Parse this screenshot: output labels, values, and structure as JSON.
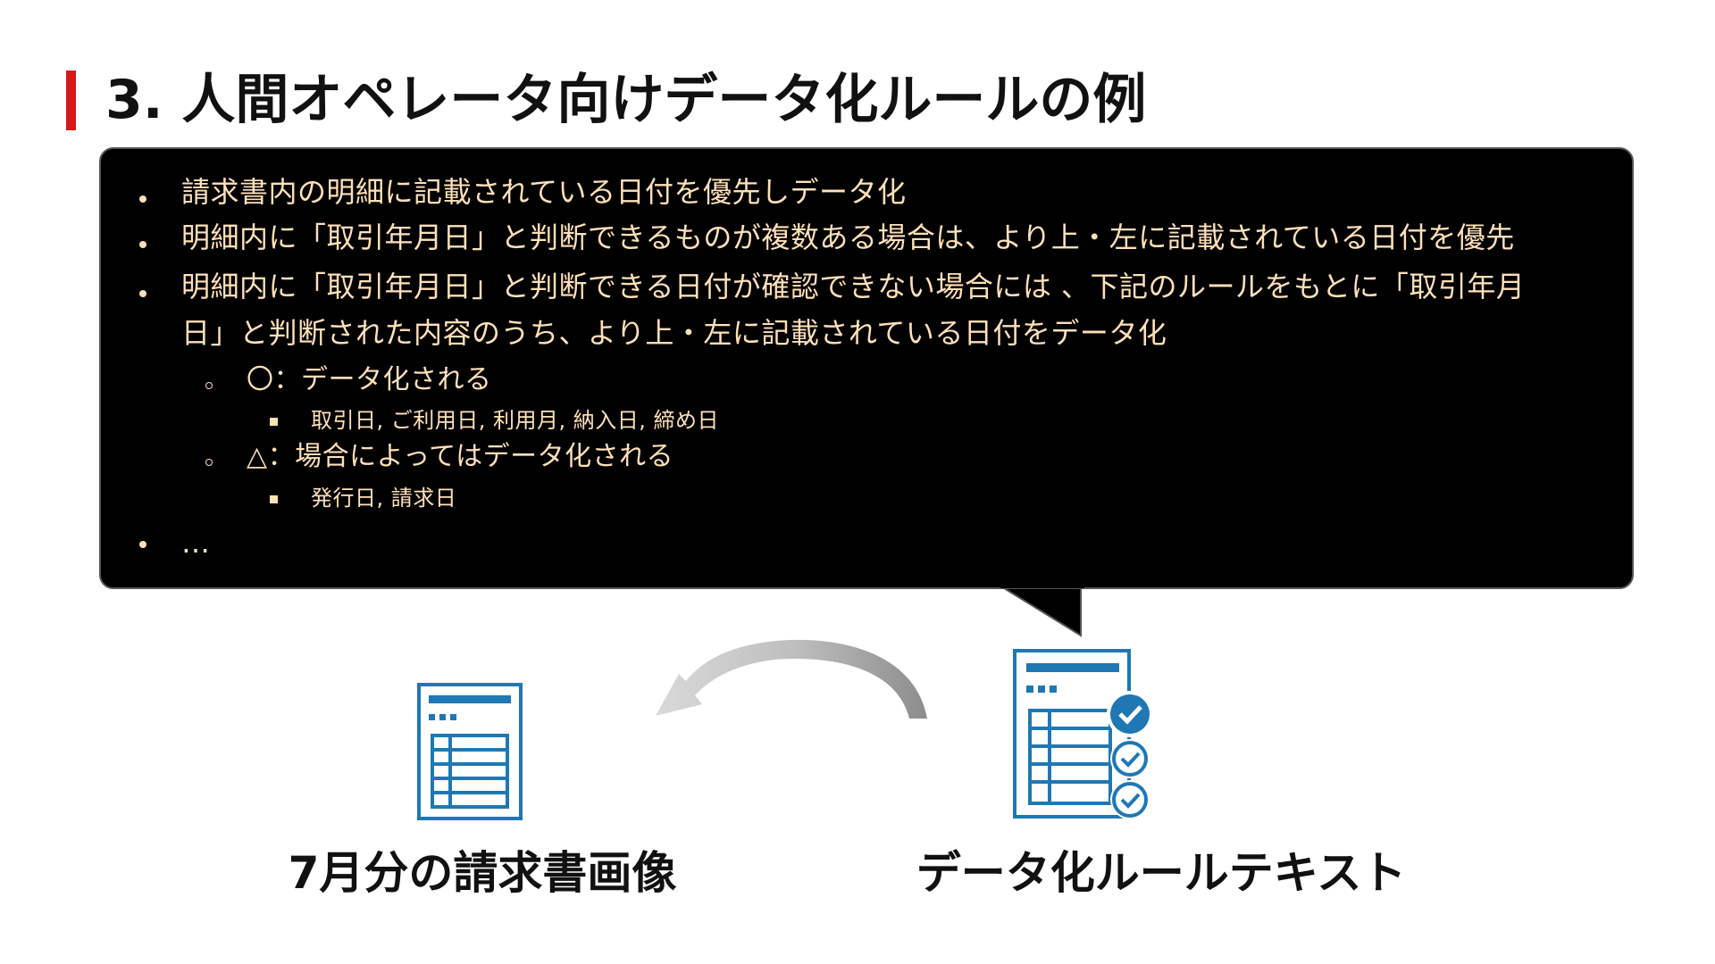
{
  "slide": {
    "title": "3. 人間オペレータ向けデータ化ルールの例",
    "accent_color": "#d7191c"
  },
  "bubble": {
    "bullets": [
      {
        "text": "請求書内の明細に記載されている日付を優先しデータ化"
      },
      {
        "text": "明細内に「取引年月日」と判断できるものが複数ある場合は、より上・左に記載されている日付を優先"
      },
      {
        "text_line1": "明細内に「取引年月日」と判断できる日付が確認できない場合には 、下記のルールをもとに「取引年月",
        "text_line2": "日」と判断された内容のうち、より上・左に記載されている日付をデータ化"
      },
      {
        "text": "…"
      }
    ],
    "sub_items": [
      {
        "label": "〇：データ化される",
        "detail": "取引日, ご利用日, 利用月, 納入日, 締め日"
      },
      {
        "label": "△：場合によってはデータ化される",
        "detail": "発行日, 請求日"
      }
    ],
    "text_color": "#ffe0b8"
  },
  "left_item": {
    "label": "7月分の請求書画像",
    "icon": "document-table-icon"
  },
  "right_item": {
    "label": "データ化ルールテキスト",
    "icon": "document-checklist-icon"
  },
  "arrow": {
    "icon": "curved-arrow-left-icon"
  },
  "icon_color": "#1f78b4"
}
